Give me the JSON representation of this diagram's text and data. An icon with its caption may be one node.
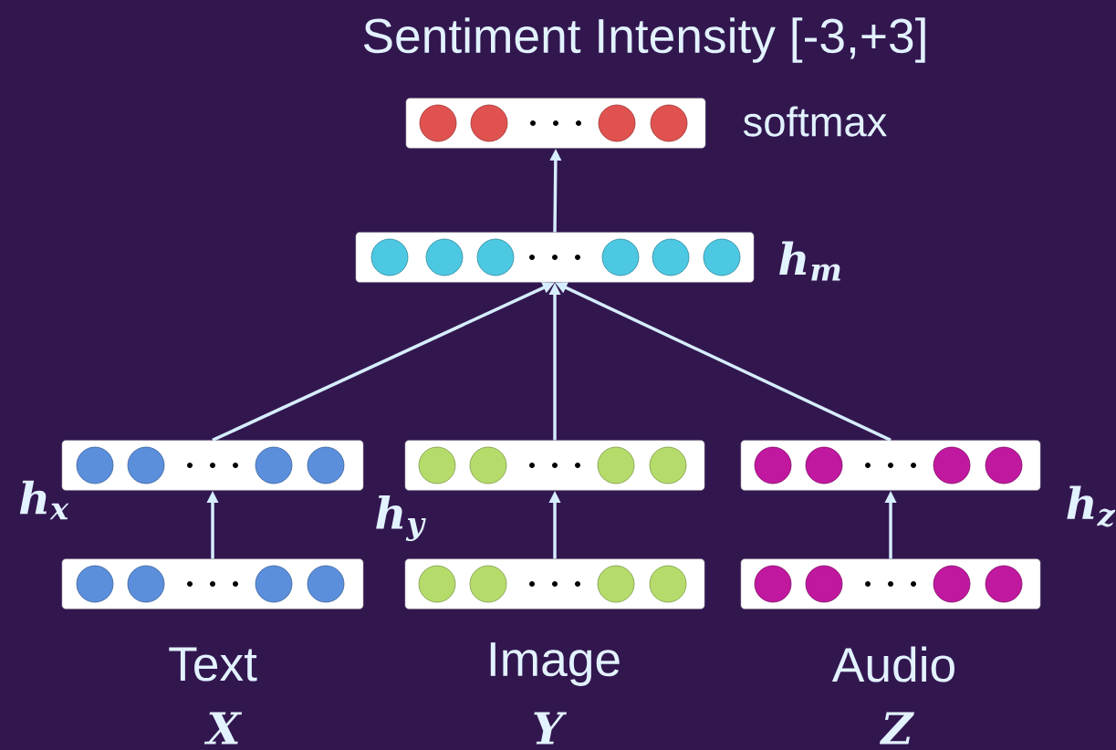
{
  "diagram": {
    "title": "Sentiment Intensity [-3,+3]",
    "nodes": [
      {
        "text": [],
        "shape": "box",
        "beside": [
          "softmax"
        ]
      },
      {
        "text": [],
        "shape": "box",
        "beside": [
          "h$_{m}$"
        ]
      },
      {
        "text": [],
        "shape": "box",
        "beside": [
          "h$_{x}$"
        ]
      },
      {
        "text": [],
        "shape": "box",
        "beside": [
          "h$_{y}$"
        ]
      },
      {
        "text": [],
        "shape": "box",
        "beside": [
          "h$_{z}$"
        ]
      },
      {
        "text": [],
        "shape": "box",
        "beside": [
          "Text",
          "X"
        ]
      },
      {
        "text": [],
        "shape": "box",
        "beside": [
          "Image",
          "Y"
        ]
      },
      {
        "text": [],
        "shape": "box",
        "beside": [
          "Audio",
          "Z"
        ]
      }
    ],
    "edges": [
      {
        "from": 5,
        "to": 2,
        "arrow": "to"
      },
      {
        "from": 6,
        "to": 3,
        "arrow": "to"
      },
      {
        "from": 7,
        "to": 4,
        "arrow": "to"
      },
      {
        "from": 2,
        "to": 1,
        "arrow": "to"
      },
      {
        "from": 3,
        "to": 1,
        "arrow": "to"
      },
      {
        "from": 4,
        "to": 1,
        "arrow": "to"
      },
      {
        "from": 1,
        "to": 0,
        "arrow": "to"
      }
    ]
  }
}
